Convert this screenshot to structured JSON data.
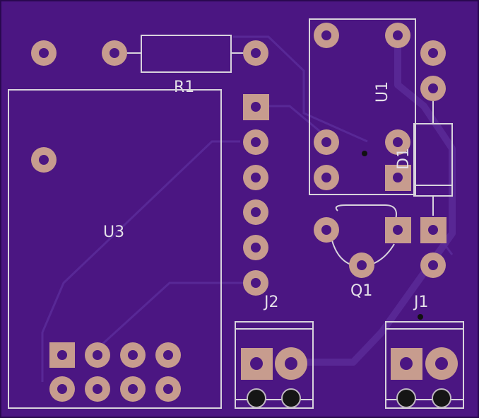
{
  "board": {
    "background": "#4b1682",
    "silkscreen_color": "#d8d3dc",
    "pad_color": "#c79c8e"
  },
  "labels": {
    "r1": "R1",
    "u1": "U1",
    "u3": "U3",
    "q1": "Q1",
    "j1": "J1",
    "j2": "J2",
    "d1": "D1"
  }
}
